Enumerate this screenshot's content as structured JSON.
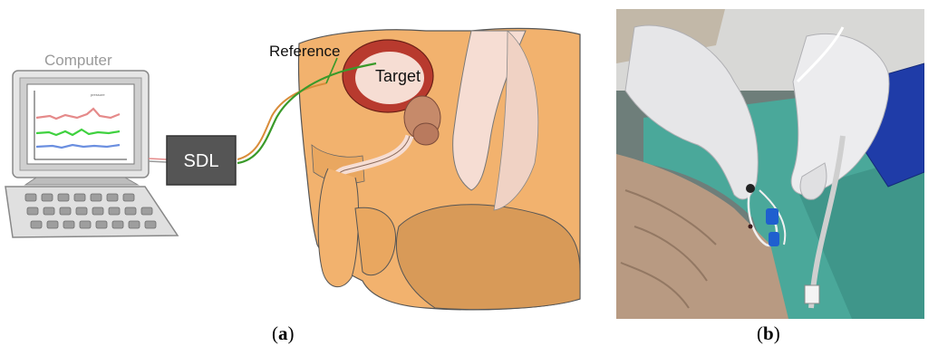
{
  "diagram": {
    "computer_label": "Computer",
    "screen_tiny_text": "pressure",
    "device_label": "SDL",
    "reference_label": "Reference",
    "target_label": "Target"
  },
  "captions": {
    "a_open": "(",
    "a_letter": "a",
    "a_close": ")",
    "b_open": "(",
    "b_letter": "b",
    "b_close": ")"
  },
  "colors": {
    "skin": "#f2b26e",
    "bladder_wall": "#b83a2e",
    "bladder_lumen": "#f6ddd3",
    "wire_green": "#3a9a2a",
    "wire_orange": "#d98c3a",
    "trace_red": "#e58a8a",
    "trace_green": "#3fd13f",
    "trace_blue": "#6b8fe0",
    "drape": "#4aa89a",
    "glove": "#e6e6e8"
  }
}
